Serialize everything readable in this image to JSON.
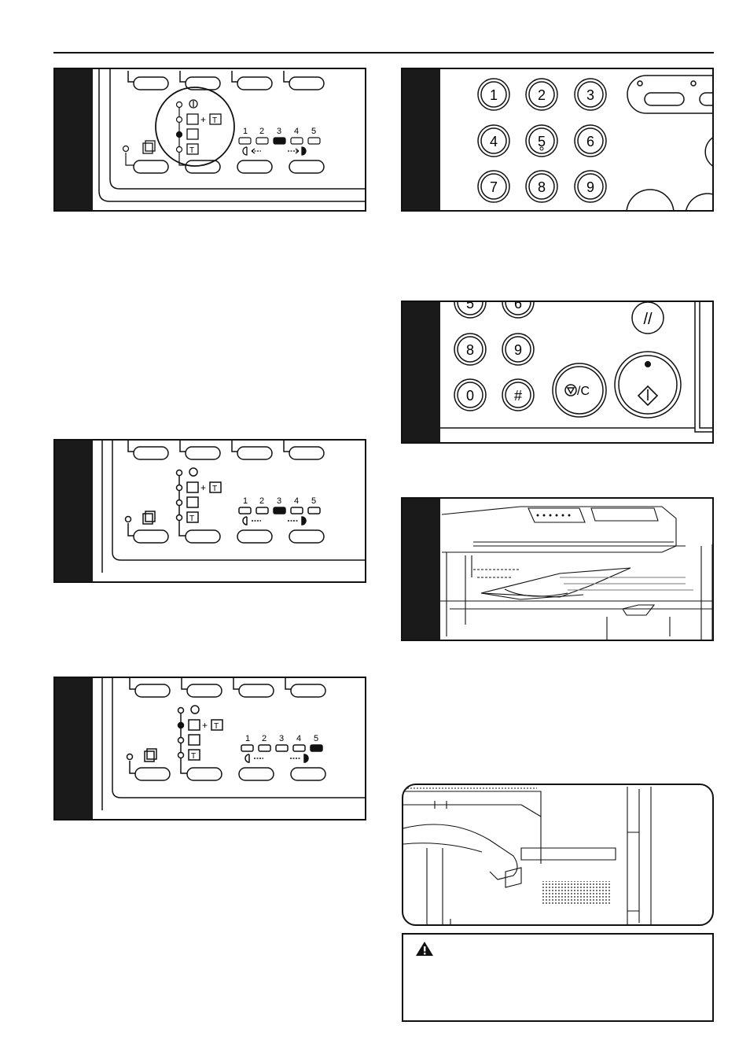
{
  "panel": {
    "density_levels": [
      "1",
      "2",
      "3",
      "4",
      "5"
    ],
    "selected_level_fig_a": "3",
    "selected_level_fig_b": "3",
    "selected_level_fig_c": "5",
    "mode_plus": "+",
    "mode_text_glyph": "T"
  },
  "keypad": {
    "keys": [
      "1",
      "2",
      "3",
      "4",
      "5",
      "6",
      "7",
      "8",
      "9"
    ],
    "keys_lower": [
      "5",
      "6",
      "8",
      "9",
      "0",
      "#"
    ],
    "stop_clear_label": "/C",
    "reset_label": "//"
  },
  "colors": {
    "ink": "#111111",
    "tab": "#1a1a1a",
    "selected": "#111111"
  },
  "icons": [
    "warning-icon",
    "start-icon",
    "stop-icon",
    "original-icon",
    "photo-icon",
    "text-icon"
  ]
}
